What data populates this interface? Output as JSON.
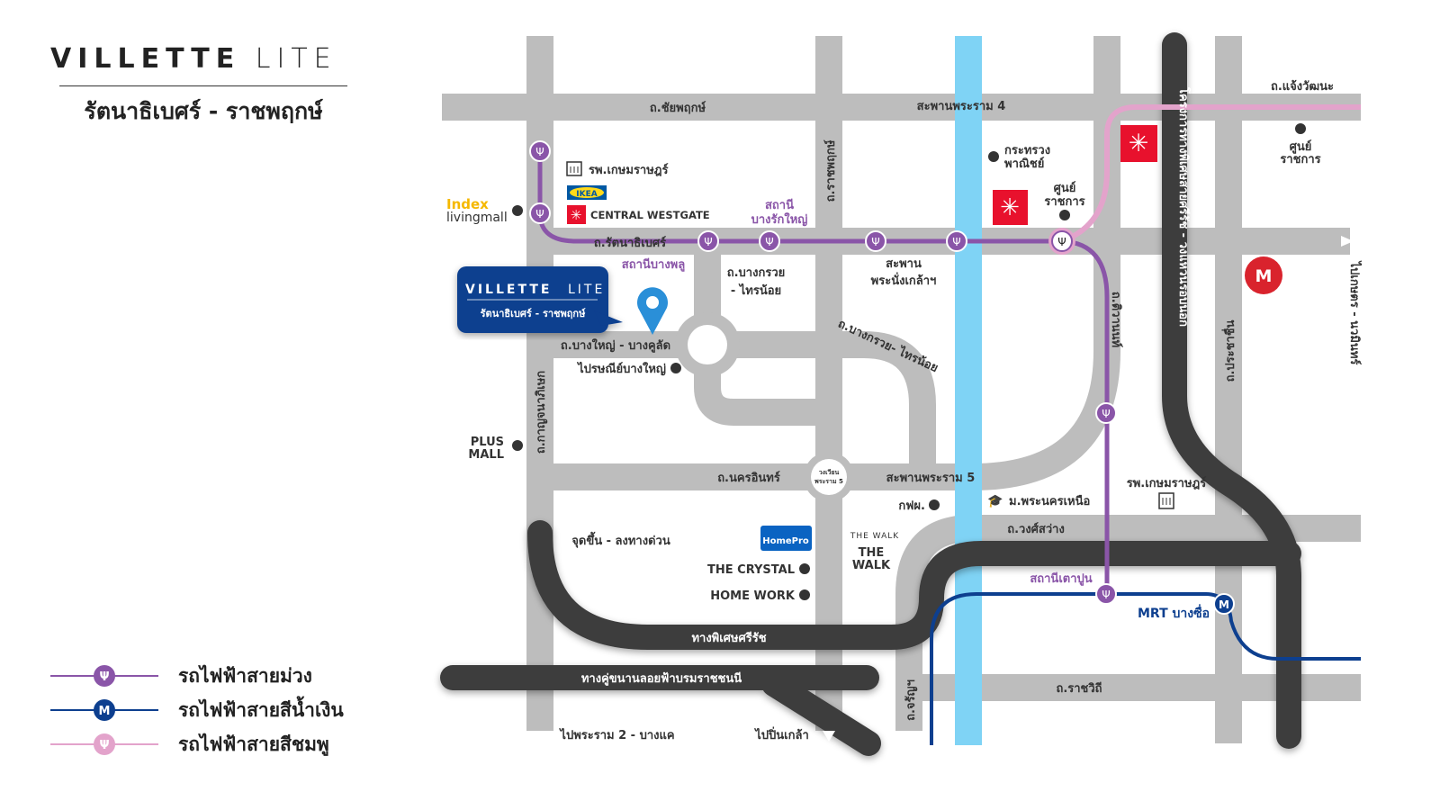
{
  "brand": {
    "name_bold": "VILLETTE",
    "name_light": "LITE",
    "subtitle": "รัตนาธิเบศร์ - ราชพฤกษ์"
  },
  "callout": {
    "name_bold": "VILLETTE",
    "name_light": "LITE",
    "subtitle": "รัตนาธิเบศร์ - ราชพฤกษ์"
  },
  "legend": [
    {
      "label": "รถไฟฟ้าสายม่วง",
      "color": "#8a55a8"
    },
    {
      "label": "รถไฟฟ้าสายสีน้ำเงิน",
      "color": "#0d3f8f"
    },
    {
      "label": "รถไฟฟ้าสายสีชมพู",
      "color": "#e3a3cb"
    }
  ],
  "colors": {
    "road": "#bdbdbd",
    "expressway": "#3d3d3d",
    "river": "#7fd3f5",
    "purple": "#8a55a8",
    "blue": "#0d3f8f",
    "pink": "#e3a3cb",
    "red": "#e8112d"
  },
  "roads": {
    "chaiyaphruek": "ถ.ชัยพฤกษ์",
    "rama4_bridge": "สะพานพระราม 4",
    "rattanathibet": "ถ.รัตนาธิเบศร์",
    "ratchaphruek": "ถ.ราชพฤกษ์",
    "bangyai_bangkulat": "ถ.บางใหญ่ - บางคูลัด",
    "bangkruai_sainoi_1": "ถ.บางกรวย",
    "bangkruai_sainoi_2": "- ไทรน้อย",
    "bangkruai_sainoi_curve": "ถ.บางกรวย- ไทรน้อย",
    "kanchanaphisek": "ถ.กาญจนาภิเษก",
    "nakhon_in": "ถ.นครอินทร์",
    "rama5_bridge": "สะพานพระราม 5",
    "rama5_circle_1": "วงเวียน",
    "rama5_circle_2": "พระราม 5",
    "nonthaburi_bridge_1": "สะพาน",
    "nonthaburi_bridge_2": "พระนั่งเกล้าฯ",
    "tiwanon": "ถ.ติวานนท์",
    "chaengwattana": "ถ.แจ้งวัฒนะ",
    "prachachuen": "ถ.ประชาชื่น",
    "wongsawang": "ถ.วงศ์สว่าง",
    "ratchawithi": "ถ.ราชวิถี",
    "charan": "ถ.จรัญฯ",
    "to_kaset": "ไปเกษตร - นวมินทร์",
    "to_rama2": "ไปพระราม 2 - บางแค",
    "to_pinklao": "ไปปิ่นเกล้า",
    "expressway_entry": "จุดขึ้น - ลงทางด่วน"
  },
  "expressways": {
    "si_rat_outer": "โครงการทางพิเศษสายศรีรัช - วงแหวนรอบนอก",
    "si_rat": "ทางพิเศษศรีรัช",
    "borommaratchachonnani": "ทางคู่ขนานลอยฟ้าบรมราชชนนี"
  },
  "stations": {
    "bang_phlu": "สถานีบางพลู",
    "bang_rak_yai_1": "สถานี",
    "bang_rak_yai_2": "บางรักใหญ่",
    "tao_poon": "สถานีเตาปูน",
    "mrt_bang_sue": "MRT บางซื่อ",
    "mrt_badge": "M"
  },
  "places": {
    "kasemrad_hospital_1": "รพ.เกษมราษฎร์",
    "ikea": "IKEA",
    "central_westgate": "CENTRAL WESTGATE",
    "index_1": "Index",
    "index_2": "livingmall",
    "bangyai_post": "ไปรษณีย์บางใหญ่",
    "plus_mall_1": "PLUS",
    "plus_mall_2": "MALL",
    "commerce_1": "กระทรวง",
    "commerce_2": "พาณิชย์",
    "govt_center_a_1": "ศูนย์",
    "govt_center_a_2": "ราชการ",
    "govt_center_b_1": "ศูนย์",
    "govt_center_b_2": "ราชการ",
    "egat": "กฟผ.",
    "kmutnb": "ม.พระนครเหนือ",
    "kasemrad_hospital_2": "รพ.เกษมราษฎร์",
    "homepro": "HomePro",
    "the_crystal": "THE CRYSTAL",
    "home_work": "HOME WORK",
    "the_walk_logo": "THE WALK",
    "the_walk_1": "THE",
    "the_walk_2": "WALK",
    "mall_lifestore": "M"
  }
}
